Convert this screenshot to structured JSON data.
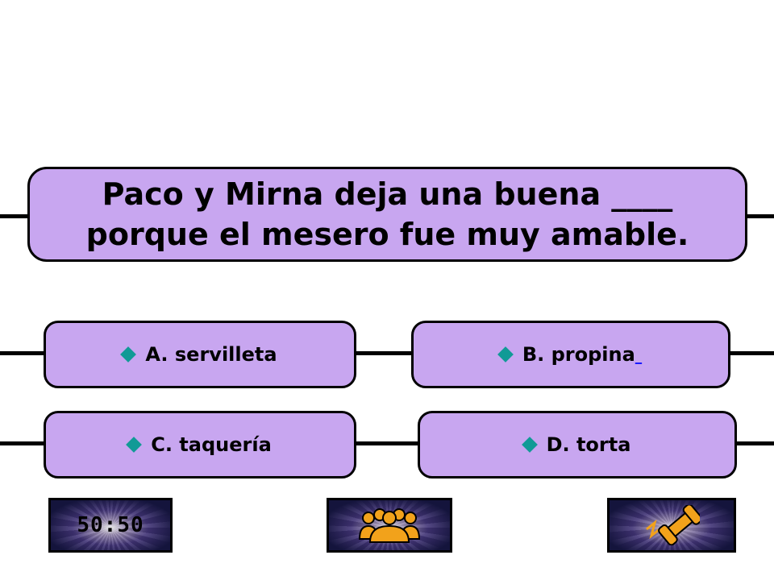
{
  "question": {
    "text": "Paco y Mirna deja una buena ____\nporque el mesero fue muy amable."
  },
  "answers": [
    {
      "label": "A. servilleta"
    },
    {
      "label": "B. propina",
      "trailing": " "
    },
    {
      "label": "C. taquería"
    },
    {
      "label": "D. torta"
    }
  ],
  "lifelines": {
    "fifty_fifty": {
      "label": "50:50",
      "icon": "fifty-fifty-icon"
    },
    "ask_audience": {
      "icon": "audience-icon"
    },
    "phone_friend": {
      "icon": "phone-icon"
    }
  },
  "colors": {
    "panel": "#c8a6f0",
    "diamond": "#119a96",
    "line": "#000000",
    "lifeline_orange": "#f2a21b"
  }
}
